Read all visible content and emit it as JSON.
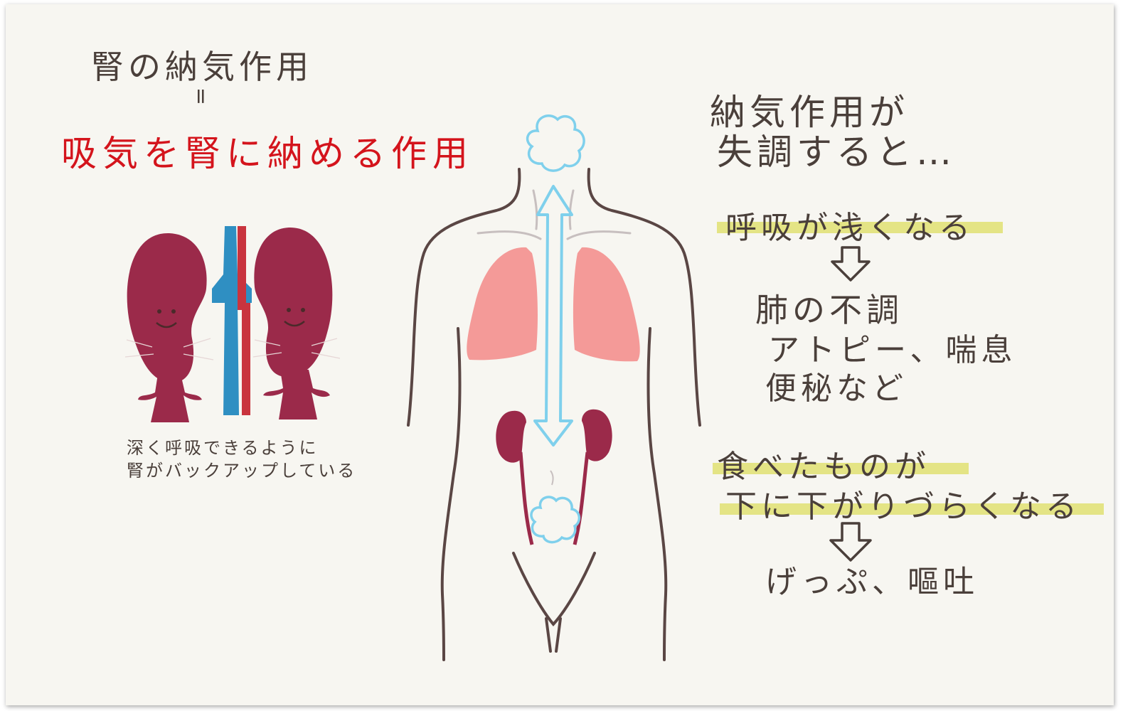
{
  "title": {
    "line1": "腎の納気作用",
    "equals": "=",
    "line2": "吸気を腎に納める作用"
  },
  "kidney_caption": {
    "line1": "深く呼吸できるように",
    "line2": "腎がバックアップしている"
  },
  "right_panel": {
    "heading_line1": "納気作用が",
    "heading_line2": "失調すると…",
    "effect1": "呼吸が浅くなる",
    "result1_line1": "肺の不調",
    "result1_line2": "アトピー、喘息",
    "result1_line3": "便秘など",
    "effect2_line1": "食べたものが",
    "effect2_line2": "下に下がりづらくなる",
    "result2": "げっぷ、嘔吐"
  },
  "colors": {
    "title_red": "#d4141c",
    "ink": "#4a3f3a",
    "kidney": "#9b2a4a",
    "vein": "#2f8fc2",
    "artery": "#c9343e",
    "lung": "#f49a98",
    "air_blue": "#7fd0ec",
    "highlight": "#dede60"
  }
}
